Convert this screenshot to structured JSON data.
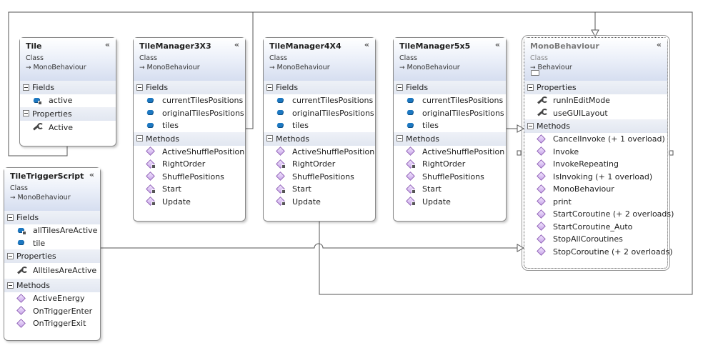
{
  "classes": {
    "tile": {
      "name": "Tile",
      "kind": "Class",
      "base": "MonoBehaviour",
      "sections": {
        "fields": {
          "title": "Fields",
          "items": [
            "active"
          ]
        },
        "properties": {
          "title": "Properties",
          "items": [
            "Active"
          ]
        }
      }
    },
    "tilemanager3x3": {
      "name": "TileManager3X3",
      "kind": "Class",
      "base": "MonoBehaviour",
      "sections": {
        "fields": {
          "title": "Fields",
          "items": [
            "currentTilesPositions",
            "originalTilesPositions",
            "tiles"
          ]
        },
        "methods": {
          "title": "Methods",
          "items": [
            "ActiveShufflePosition",
            "RightOrder",
            "ShufflePositions",
            "Start",
            "Update"
          ]
        }
      }
    },
    "tilemanager4x4": {
      "name": "TileManager4X4",
      "kind": "Class",
      "base": "MonoBehaviour",
      "sections": {
        "fields": {
          "title": "Fields",
          "items": [
            "currentTilesPositions",
            "originalTilesPositions",
            "tiles"
          ]
        },
        "methods": {
          "title": "Methods",
          "items": [
            "ActiveShufflePosition",
            "RightOrder",
            "ShufflePositions",
            "Start",
            "Update"
          ]
        }
      }
    },
    "tilemanager5x5": {
      "name": "TileManager5x5",
      "kind": "Class",
      "base": "MonoBehaviour",
      "sections": {
        "fields": {
          "title": "Fields",
          "items": [
            "currentTilesPositions",
            "originalTilesPositions",
            "tiles"
          ]
        },
        "methods": {
          "title": "Methods",
          "items": [
            "ActiveShufflePosition",
            "RightOrder",
            "ShufflePositions",
            "Start",
            "Update"
          ]
        }
      }
    },
    "tiletriggerscript": {
      "name": "TileTriggerScript",
      "kind": "Class",
      "base": "MonoBehaviour",
      "sections": {
        "fields": {
          "title": "Fields",
          "items": [
            "allTilesAreActive",
            "tile"
          ]
        },
        "properties": {
          "title": "Properties",
          "items": [
            "AlltilesAreActive"
          ]
        },
        "methods": {
          "title": "Methods",
          "items": [
            "ActiveEnergy",
            "OnTriggerEnter",
            "OnTriggerExit"
          ]
        }
      }
    },
    "monobehaviour": {
      "name": "MonoBehaviour",
      "kind": "Class",
      "base": "Behaviour",
      "sections": {
        "properties": {
          "title": "Properties",
          "items": [
            "runInEditMode",
            "useGUILayout"
          ]
        },
        "methods": {
          "title": "Methods",
          "items": [
            "CancelInvoke (+ 1 overload)",
            "Invoke",
            "InvokeRepeating",
            "IsInvoking (+ 1 overload)",
            "MonoBehaviour",
            "print",
            "StartCoroutine (+ 2 overloads)",
            "StartCoroutine_Auto",
            "StopAllCoroutines",
            "StopCoroutine (+ 2 overloads)"
          ]
        }
      }
    }
  },
  "ui": {
    "collapse_glyph": "«",
    "inherit_arrow": "→"
  },
  "colors": {
    "header_gradient_end": "#d6def0",
    "field_icon": "#1d78c1",
    "method_icon": "#9060b8",
    "line": "#555555"
  }
}
